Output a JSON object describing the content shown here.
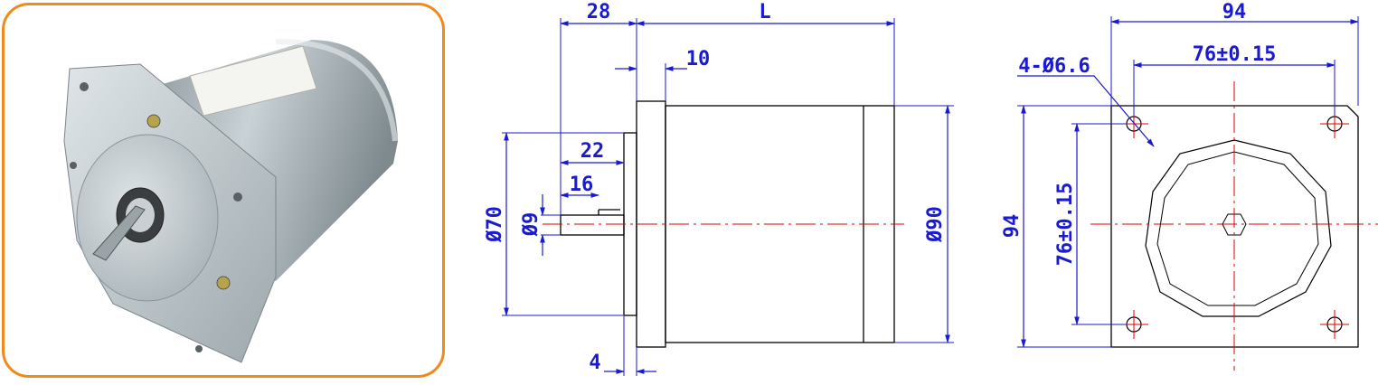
{
  "colors": {
    "frame": "#f08a1c",
    "dimension": "#1a1ad0",
    "outline": "#000000",
    "centerline": "#e00000",
    "motor_body": "#aab4b8",
    "motor_flange": "#c5cfd3"
  },
  "photo": {
    "subject": "motor-photo"
  },
  "side_view": {
    "dims": {
      "shaft_ext": "28",
      "length": "L",
      "flange_thk": "10",
      "spigot_dia": "Ø70",
      "shaft_step": "22",
      "key_len": "16",
      "shaft_dia": "Ø9",
      "body_dia": "Ø90",
      "spigot_len": "4"
    }
  },
  "front_view": {
    "dims": {
      "width": "94",
      "hole_pitch_h": "76±0.15",
      "holes": "4-Ø6.6",
      "height": "94",
      "hole_pitch_v": "76±0.15"
    }
  }
}
